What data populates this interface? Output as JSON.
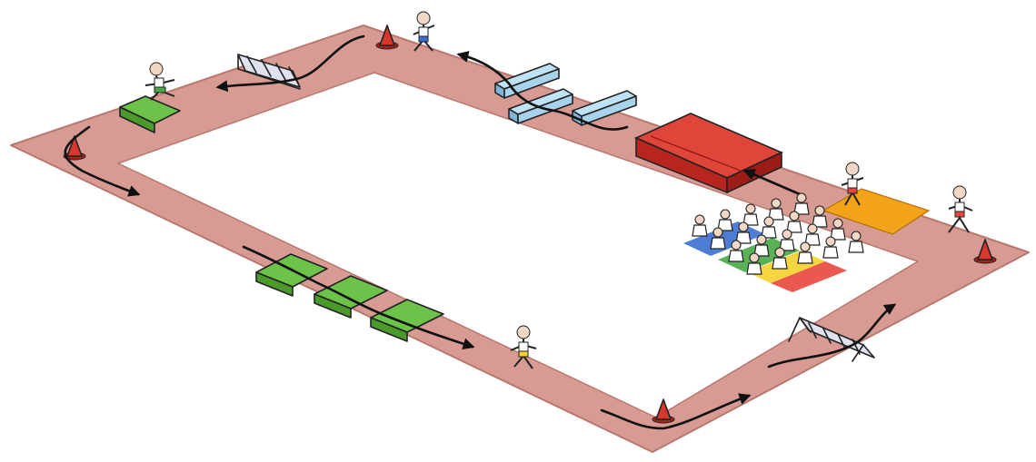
{
  "scene": {
    "colors": {
      "background": "#ffffff",
      "track": "#d79b93",
      "track_edge": "#b9786f",
      "field": "#ffffff",
      "mat_red": "#d6332b",
      "mat_orange": "#f2a31a",
      "bench_blue": "#a8d3ec",
      "block_green": "#6dc24a",
      "hurdle_gray": "#cdd3e6",
      "cone_red": "#d9372c",
      "team_red": "#e8463c",
      "team_blue": "#3a6fd0",
      "team_yellow": "#f4d22b",
      "team_green": "#49a845"
    },
    "elements": [
      "running-track",
      "inner-field",
      "crash-mat",
      "balance-benches",
      "green-hurdle-blocks",
      "frame-hurdles",
      "marker-cones",
      "start-mat",
      "runners",
      "seated-children",
      "direction-arrows"
    ]
  }
}
